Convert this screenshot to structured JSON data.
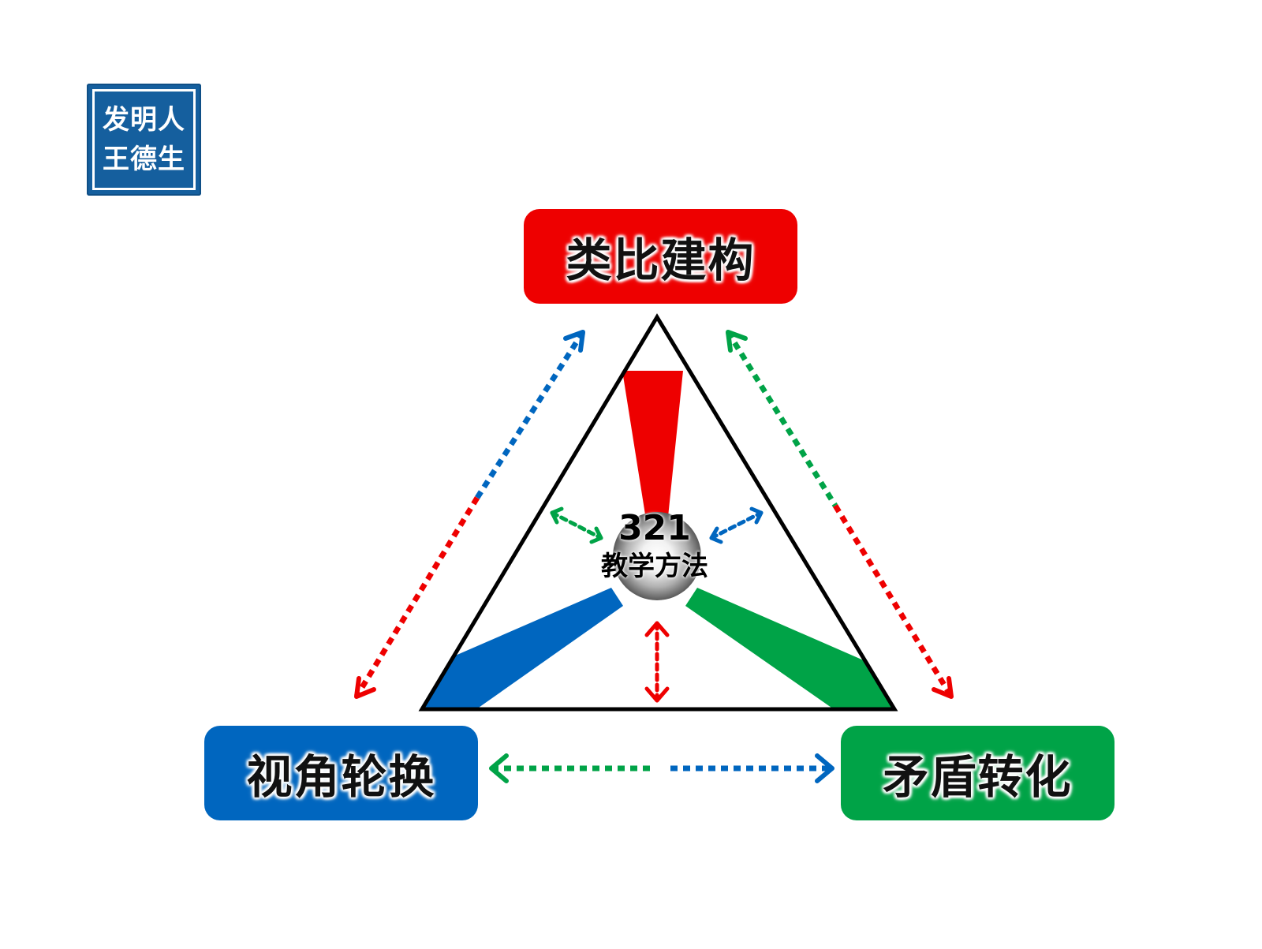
{
  "seal": {
    "line1": "发明人",
    "line2": "王德生"
  },
  "nodes": {
    "top": {
      "label": "类比建构",
      "color": "#ee0000"
    },
    "left": {
      "label": "视角轮换",
      "color": "#0066bf"
    },
    "right": {
      "label": "矛盾转化",
      "color": "#00a347"
    }
  },
  "center": {
    "number": "321",
    "subtitle": "教学方法"
  },
  "colors": {
    "red": "#ee0000",
    "blue": "#0066bf",
    "green": "#00a347",
    "outline": "#000000"
  }
}
